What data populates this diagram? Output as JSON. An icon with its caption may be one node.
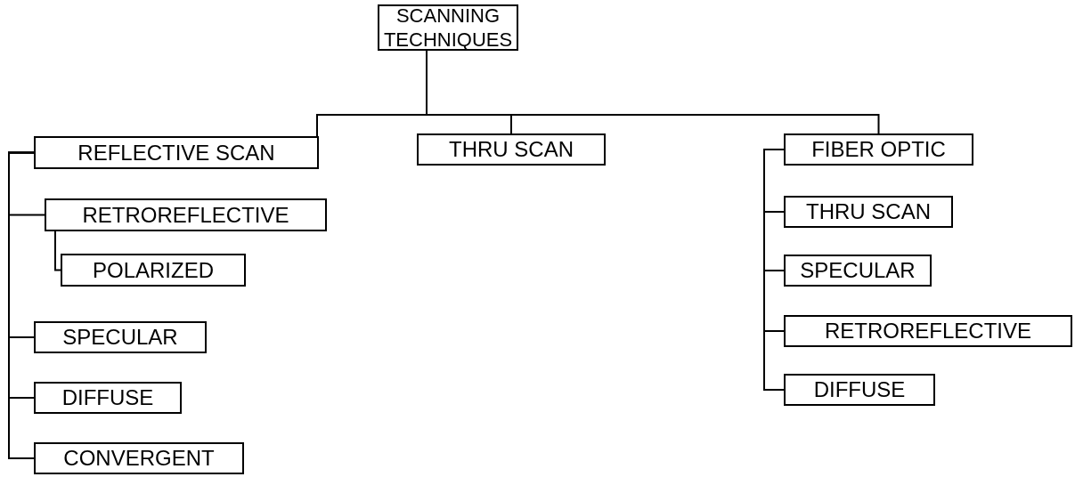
{
  "diagram": {
    "nodes": [
      {
        "text": [
          "SCANNING TECHNIQUES"
        ]
      },
      {
        "text": [
          "REFLECTIVE SCAN"
        ]
      },
      {
        "text": [
          "RETROREFLECTIVE"
        ]
      },
      {
        "text": [
          "POLARIZED"
        ]
      },
      {
        "text": [
          "SPECULAR"
        ]
      },
      {
        "text": [
          "DIFFUSE"
        ]
      },
      {
        "text": [
          "CONVERGENT"
        ]
      },
      {
        "text": [
          "THRU SCAN"
        ]
      },
      {
        "text": [
          "FIBER OPTIC"
        ]
      },
      {
        "text": [
          "THRU SCAN"
        ]
      },
      {
        "text": [
          "SPECULAR"
        ]
      },
      {
        "text": [
          "RETROREFLECTIVE"
        ]
      },
      {
        "text": [
          "DIFFUSE"
        ]
      }
    ],
    "edges": [
      {
        "from": 0,
        "to": 1,
        "arrow": "none"
      },
      {
        "from": 0,
        "to": 7,
        "arrow": "none"
      },
      {
        "from": 0,
        "to": 8,
        "arrow": "none"
      },
      {
        "from": 1,
        "to": 2,
        "arrow": "none"
      },
      {
        "from": 2,
        "to": 3,
        "arrow": "none"
      },
      {
        "from": 1,
        "to": 4,
        "arrow": "none"
      },
      {
        "from": 1,
        "to": 5,
        "arrow": "none"
      },
      {
        "from": 1,
        "to": 6,
        "arrow": "none"
      },
      {
        "from": 8,
        "to": 9,
        "arrow": "none"
      },
      {
        "from": 8,
        "to": 10,
        "arrow": "none"
      },
      {
        "from": 8,
        "to": 11,
        "arrow": "none"
      },
      {
        "from": 8,
        "to": 12,
        "arrow": "none"
      }
    ]
  }
}
